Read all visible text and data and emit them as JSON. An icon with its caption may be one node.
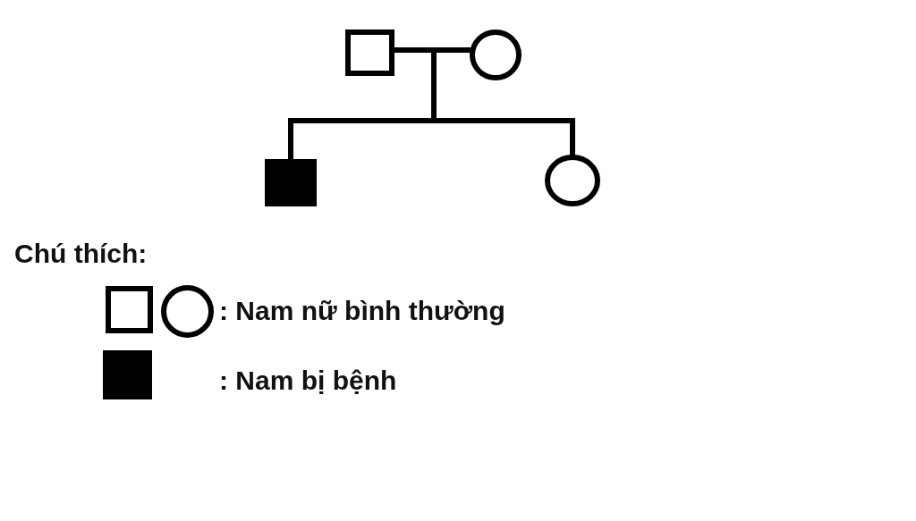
{
  "diagram": {
    "nodes": [
      {
        "text": [],
        "shape": "box"
      },
      {
        "text": [],
        "shape": "circle"
      },
      {
        "text": [],
        "shape": "box"
      },
      {
        "text": [],
        "shape": "circle"
      }
    ],
    "edges": [
      {
        "from": 0,
        "to": 1,
        "arrow": "none"
      },
      {
        "from": null,
        "to": 2,
        "arrow": "none"
      },
      {
        "from": null,
        "to": 3,
        "arrow": "none"
      }
    ],
    "labels": [
      "Chú thích:"
    ],
    "legend": [
      {
        "text": ": Nam nữ bình thường"
      },
      {
        "text": ": Nam bị bệnh",
        "color": "#000000"
      }
    ]
  }
}
